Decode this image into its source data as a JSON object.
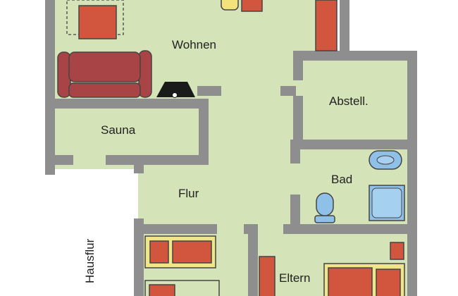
{
  "rooms": {
    "wohnen": "Wohnen",
    "abstell": "Abstell.",
    "sauna": "Sauna",
    "bad": "Bad",
    "flur": "Flur",
    "hausflur": "Hausflur",
    "eltern": "Eltern"
  },
  "colors": {
    "floor": "#d4e4b8",
    "wall": "#8e8e8e",
    "furniture_red": "#d2553e",
    "furniture_dark_red": "#a84445",
    "bed_frame": "#efe68a",
    "sanitary_blue": "#8fc0e8",
    "lamp_yellow": "#f2e47a",
    "stove_black": "#1a1a1a"
  }
}
